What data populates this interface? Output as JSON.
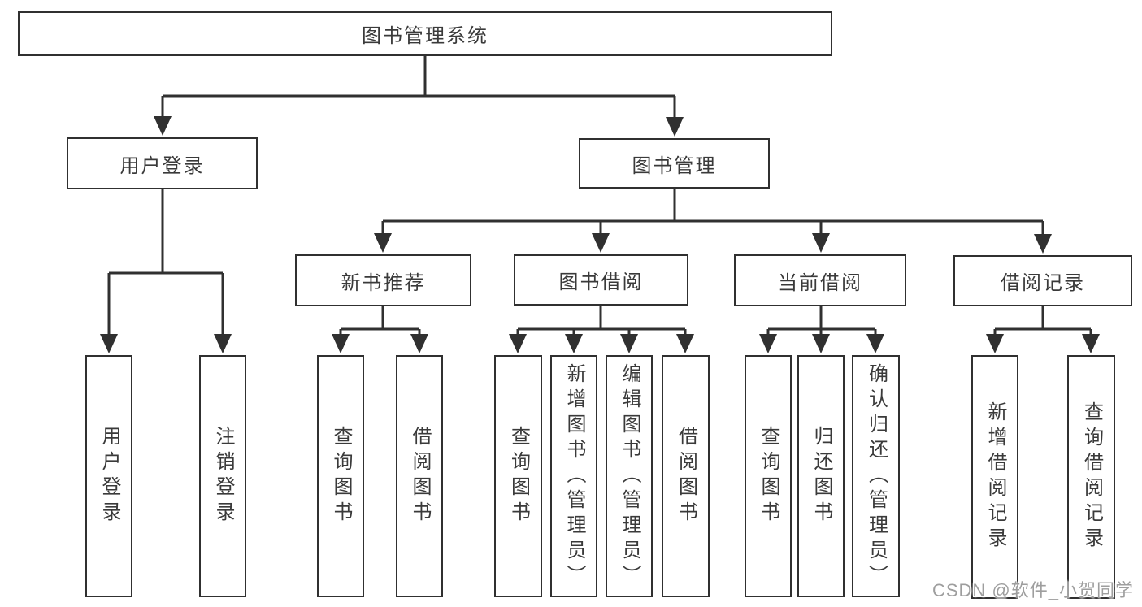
{
  "diagram": {
    "root": "图书管理系统",
    "user_login": {
      "label": "用户登录",
      "children": [
        "用户登录",
        "注销登录"
      ]
    },
    "book_mgmt": {
      "label": "图书管理",
      "new_book": {
        "label": "新书推荐",
        "children": [
          "查询图书",
          "借阅图书"
        ]
      },
      "book_borrow": {
        "label": "图书借阅",
        "children": [
          "查询图书",
          "新增图书（管理员）",
          "编辑图书（管理员）",
          "借阅图书"
        ]
      },
      "current_borrow": {
        "label": "当前借阅",
        "children": [
          "查询图书",
          "归还图书",
          "确认归还（管理员）"
        ]
      },
      "borrow_records": {
        "label": "借阅记录",
        "children": [
          "新增借阅记录",
          "查询借阅记录"
        ]
      }
    }
  },
  "watermark": "CSDN @软件_小贺同学",
  "colors": {
    "line": "#303030",
    "text": "#3a3a3a",
    "watermark": "#9e9e9e",
    "background": "#ffffff"
  }
}
